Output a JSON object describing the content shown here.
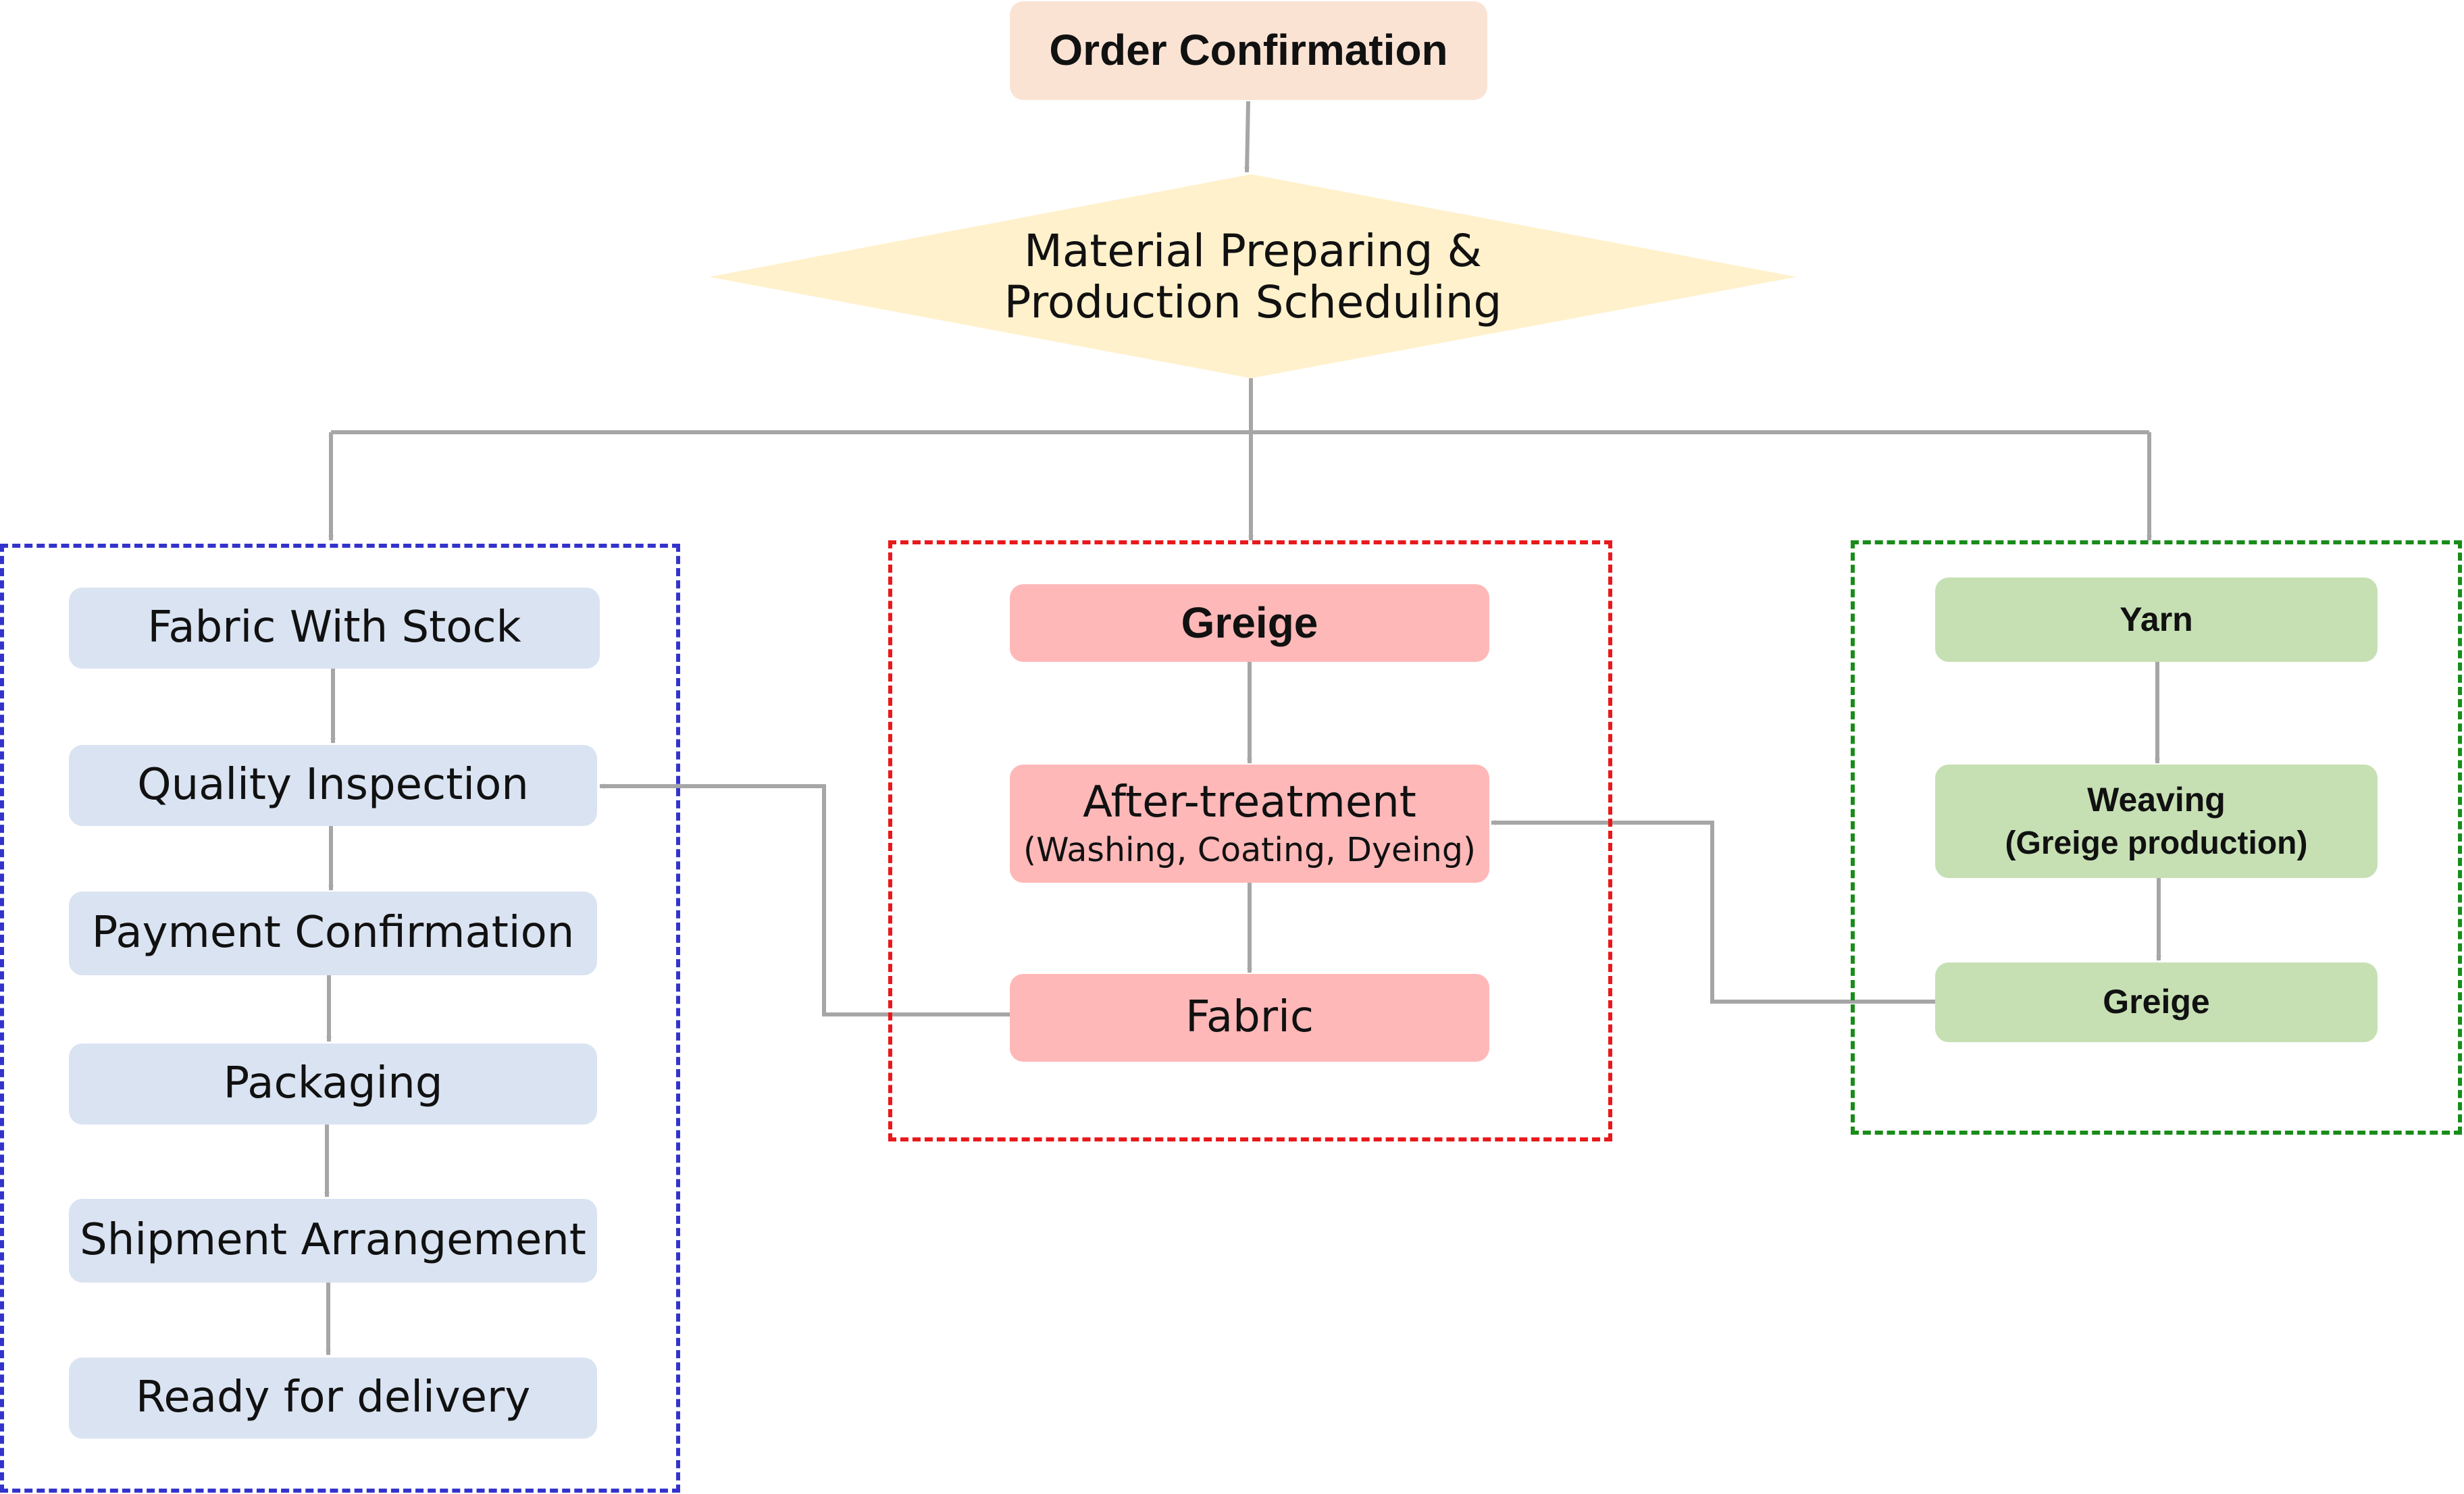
{
  "colors": {
    "connector": "#a6a6a6",
    "order_fill": "#fbe3d4",
    "decision_fill": "#fff1cc",
    "stock_fill": "#dae3f2",
    "greige_fill": "#ffb8b8",
    "yarn_fill": "#c6e0b4",
    "stock_frame": "#3333cc",
    "greige_frame": "#e8191c",
    "yarn_frame": "#198c19",
    "text": "#111111"
  },
  "start": {
    "label": "Order Confirmation"
  },
  "decision": {
    "line1": "Material Preparing &",
    "line2": "Production Scheduling"
  },
  "stock_group": {
    "steps": [
      "Fabric With Stock",
      "Quality Inspection",
      "Payment Confirmation",
      "Packaging",
      "Shipment Arrangement",
      "Ready for delivery"
    ]
  },
  "greige_group": {
    "steps": [
      {
        "label": "Greige",
        "detail": ""
      },
      {
        "label": "After-treatment",
        "detail": "(Washing, Coating, Dyeing)"
      },
      {
        "label": "Fabric",
        "detail": ""
      }
    ]
  },
  "yarn_group": {
    "steps": [
      {
        "label": "Yarn",
        "detail": ""
      },
      {
        "label": "Weaving",
        "detail": "(Greige production)"
      },
      {
        "label": "Greige",
        "detail": ""
      }
    ]
  },
  "connections": [
    {
      "from": "Order Confirmation",
      "to": "Material Preparing & Production Scheduling"
    },
    {
      "from": "Material Preparing & Production Scheduling",
      "to": "Fabric With Stock"
    },
    {
      "from": "Material Preparing & Production Scheduling",
      "to": "Greige"
    },
    {
      "from": "Material Preparing & Production Scheduling",
      "to": "Yarn"
    },
    {
      "from": "Fabric With Stock",
      "to": "Quality Inspection"
    },
    {
      "from": "Quality Inspection",
      "to": "Payment Confirmation"
    },
    {
      "from": "Payment Confirmation",
      "to": "Packaging"
    },
    {
      "from": "Packaging",
      "to": "Shipment Arrangement"
    },
    {
      "from": "Shipment Arrangement",
      "to": "Ready for delivery"
    },
    {
      "from": "Greige",
      "to": "After-treatment"
    },
    {
      "from": "After-treatment",
      "to": "Fabric"
    },
    {
      "from": "Fabric",
      "to": "Quality Inspection"
    },
    {
      "from": "Yarn",
      "to": "Weaving"
    },
    {
      "from": "Weaving",
      "to": "Greige"
    },
    {
      "from": "Greige",
      "to": "After-treatment"
    }
  ]
}
